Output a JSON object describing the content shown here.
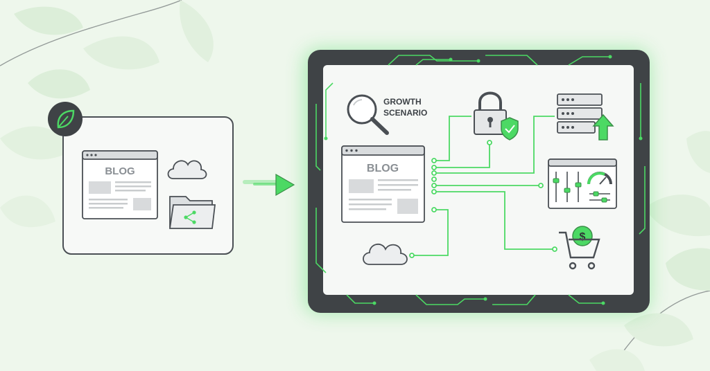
{
  "left_panel": {
    "blog_title": "BLOG",
    "badge_icon": "leaf-icon",
    "icons": [
      "browser-window-icon",
      "cloud-icon",
      "shared-folder-icon"
    ]
  },
  "transition_arrow_icon": "arrow-right-icon",
  "right_panel": {
    "frame_style": "circuit-board",
    "blog_title": "BLOG",
    "scenario_label_line1": "GROWTH",
    "scenario_label_line2": "SCENARIO",
    "icons": [
      "magnifier-icon",
      "padlock-shield-icon",
      "server-upload-icon",
      "dashboard-sliders-icon",
      "shopping-cart-dollar-icon",
      "cloud-icon"
    ]
  },
  "colors": {
    "background": "#eef7ec",
    "accent_green": "#4cd964",
    "frame_dark": "#3f4346",
    "panel_fill": "#f6f8f6",
    "stroke": "#4a4f54"
  }
}
